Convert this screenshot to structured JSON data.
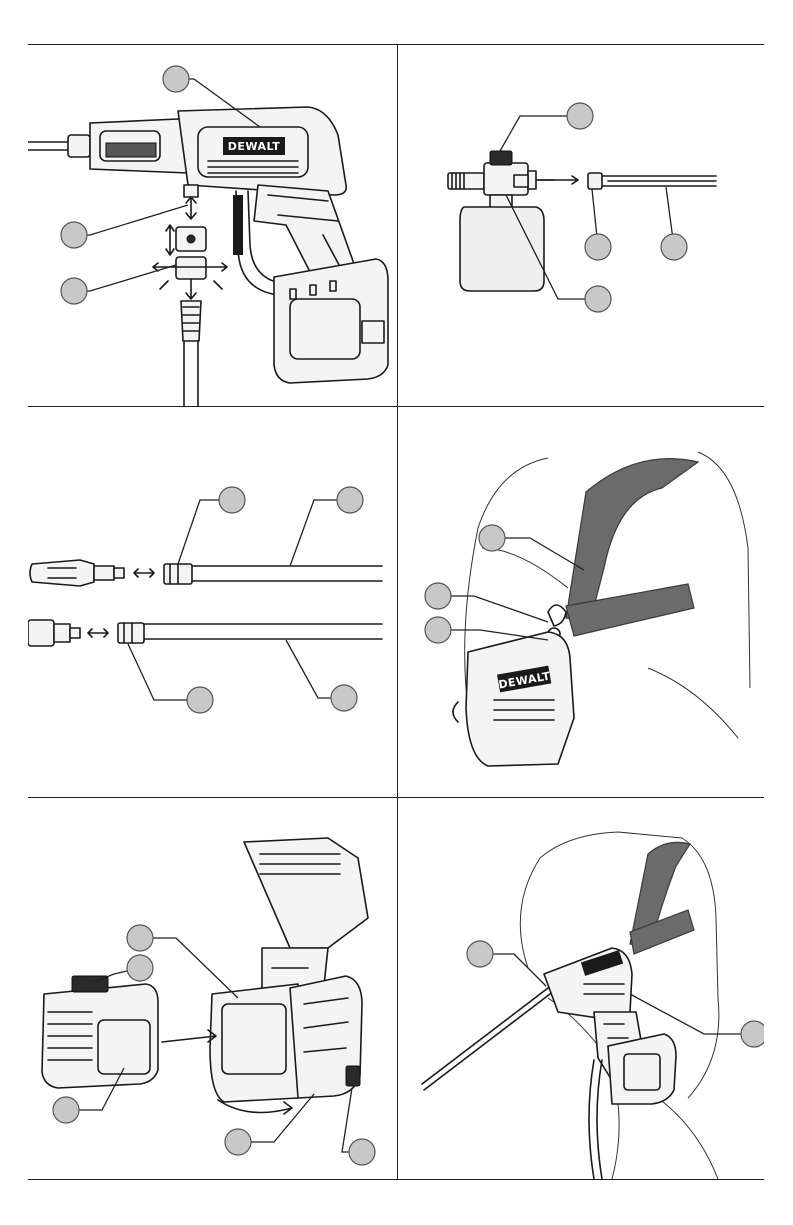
{
  "brand": {
    "logo_text": "DEWALT"
  },
  "panels": [
    {
      "id": "tool-quick-connect",
      "callouts": 3
    },
    {
      "id": "foam-cannon",
      "callouts": 4
    },
    {
      "id": "nozzle-wand",
      "callouts": 4
    },
    {
      "id": "shoulder-strap",
      "callouts": 3
    },
    {
      "id": "battery-install",
      "callouts": 5
    },
    {
      "id": "operator-with-strap",
      "callouts": 2
    }
  ]
}
